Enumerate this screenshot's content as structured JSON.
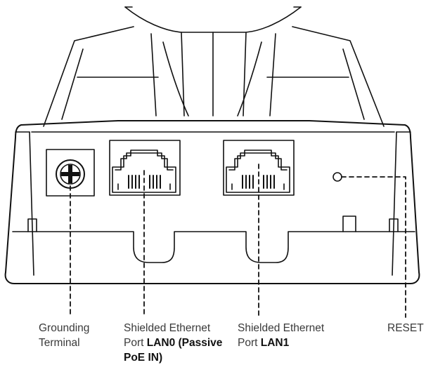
{
  "labels": {
    "grounding": {
      "line1": "Grounding",
      "line2": "Terminal"
    },
    "lan0": {
      "line1": "Shielded Ethernet",
      "line2_prefix": "Port ",
      "line2_port": "LAN0 (Passive",
      "line3": "PoE IN)"
    },
    "lan1": {
      "line1": "Shielded Ethernet",
      "line2_prefix": "Port ",
      "line2_port": "LAN1"
    },
    "reset": {
      "line1": "RESET"
    }
  },
  "colors": {
    "line": "#111111",
    "label_text": "#3a3a3a",
    "label_emphasis": "#111111"
  },
  "icons": {
    "ground": "screw-icon",
    "port": "rj45-port-icon",
    "reset": "reset-hole-icon"
  }
}
